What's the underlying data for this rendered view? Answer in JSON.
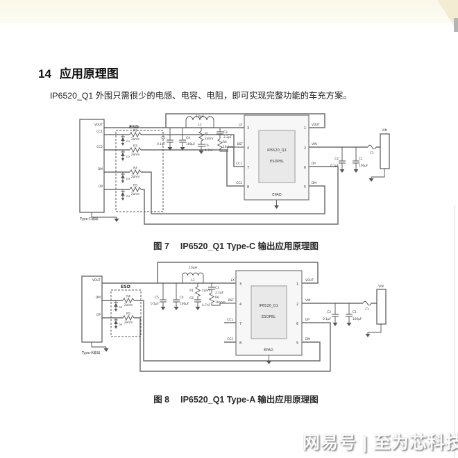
{
  "page": {
    "heading_number": "14",
    "heading_title": "应用原理图",
    "intro": "IP6520_Q1 外围只需很少的电感、电容、电阻，即可实现完整功能的车充方案。",
    "watermark": "网易号 | 至为芯科技",
    "colors": {
      "top_band": "#faf8e9",
      "wire": "#6f6f6f",
      "component": "#4d4d4d",
      "ic_fill": "#f7f7f7",
      "ic_inner_fill": "#e9e9e9"
    }
  },
  "fig7": {
    "caption_no": "图 7",
    "caption": "IP6520_Q1 Type-C 输出应用原理图",
    "conn": {
      "label": "Type-C输出",
      "vout": "VOUT",
      "cc1": "CC1",
      "cc2": "CC2",
      "dm": "DM",
      "dp": "DP"
    },
    "esd": {
      "label": "ESD",
      "r2": "R2",
      "r3": "R3",
      "r4": "R4",
      "r5": "R5",
      "rv": "2ohm",
      "d1": "D1",
      "d2": "D2",
      "d3": "D3",
      "d4": "D4"
    },
    "comp": {
      "l1": "L1",
      "l1v": "10μH",
      "c5": "C5",
      "c5v": "0.1μF",
      "c4": "C4",
      "c4v": "100μF",
      "r1": "R1",
      "r1v": "2ohm",
      "c6": "C6",
      "c6v": "4.7nF",
      "c3": "C3",
      "c3v": "2.2μF",
      "r6": "R6",
      "r6v": "10ohm",
      "c2": "C2",
      "c2v": "0.1μF",
      "c1": "C1",
      "c1v": "100μF",
      "f1": "F1",
      "vin": "VIN"
    },
    "net": {
      "lx": "LX",
      "bst": "BST",
      "cc1": "CC1",
      "cc2": "CC2",
      "vout": "VOUT",
      "vin": "VIN",
      "dp": "DP",
      "dm": "DM"
    },
    "ic": {
      "name": "IP6520_Q1",
      "pkg": "ESOP8L",
      "epad": "EPAD",
      "p1": "1",
      "p2": "2",
      "p3": "3",
      "p4": "4",
      "p5": "5",
      "p6": "6",
      "p7": "7",
      "p8": "8"
    }
  },
  "fig8": {
    "caption_no": "图 8",
    "caption": "IP6520_Q1 Type-A 输出应用原理图",
    "conn": {
      "label": "Type-A输出",
      "vout": "VOUT",
      "dm": "DM",
      "dp": "DP"
    },
    "esd": {
      "label": "ESD",
      "r4": "R4",
      "r5": "R5",
      "rv": "2ohm",
      "d3": "D3",
      "d4": "D4"
    },
    "comp": {
      "l1": "L1",
      "l1v": "10μH",
      "c5": "C5",
      "c5v": "0.1μF",
      "c4": "C4",
      "c4v": "100μF",
      "r1": "R1",
      "r1v": "2ohm",
      "c6": "C6",
      "c6v": "4.7nF",
      "c3": "C3",
      "c3v": "2.2μF",
      "r6": "R6",
      "r6v": "10ohm",
      "c2": "C2",
      "c2v": "0.1μF",
      "c1": "C1",
      "c1v": "100μF",
      "f1": "F1",
      "vin": "VIN"
    },
    "net": {
      "lx": "LX",
      "bst": "BST",
      "cc1": "CC1",
      "cc2": "CC2",
      "vout": "VOUT",
      "vin": "VIN",
      "dp": "DP",
      "dm": "DM"
    },
    "ic": {
      "name": "IP6520_Q1",
      "pkg": "ESOP8L",
      "epad": "EPAD",
      "p1": "1",
      "p2": "2",
      "p3": "3",
      "p4": "4",
      "p5": "5",
      "p6": "6",
      "p7": "7",
      "p8": "8"
    }
  }
}
